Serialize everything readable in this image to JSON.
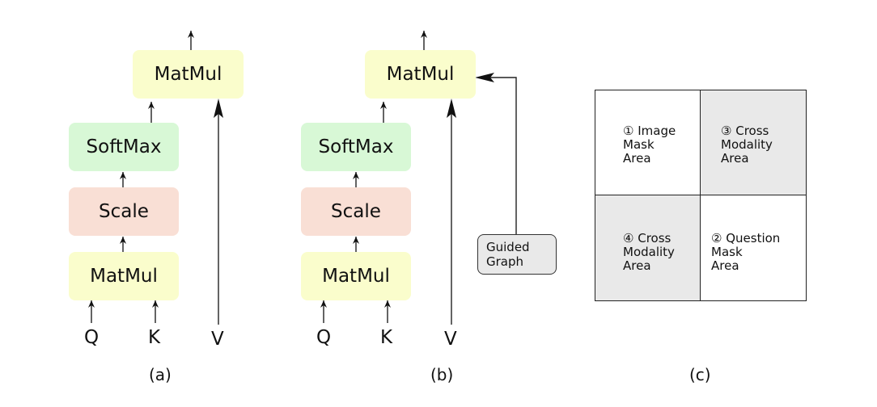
{
  "panel_a": {
    "caption": "(a)",
    "top_matmul": "MatMul",
    "softmax": "SoftMax",
    "scale": "Scale",
    "bottom_matmul": "MatMul",
    "inputs": [
      "Q",
      "K",
      "V"
    ]
  },
  "panel_b": {
    "caption": "(b)",
    "top_matmul": "MatMul",
    "softmax": "SoftMax",
    "scale": "Scale",
    "bottom_matmul": "MatMul",
    "inputs": [
      "Q",
      "K",
      "V"
    ],
    "guided_graph": [
      "Guided",
      "Graph"
    ]
  },
  "panel_c": {
    "caption": "(c)",
    "cells": [
      {
        "lines": [
          "① Image",
          "Mask",
          "Area"
        ],
        "shaded": false
      },
      {
        "lines": [
          "③ Cross",
          "Modality",
          "Area"
        ],
        "shaded": true
      },
      {
        "lines": [
          "④ Cross",
          "Modality",
          "Area"
        ],
        "shaded": true
      },
      {
        "lines": [
          "② Question",
          "Mask",
          "Area"
        ],
        "shaded": false
      }
    ]
  },
  "colors": {
    "matmul": "#fafdcc",
    "softmax": "#d8f8d6",
    "scale": "#f9dfd5",
    "shaded_cell": "#e9e9e9",
    "guided_graph": "#e9e9e9"
  }
}
